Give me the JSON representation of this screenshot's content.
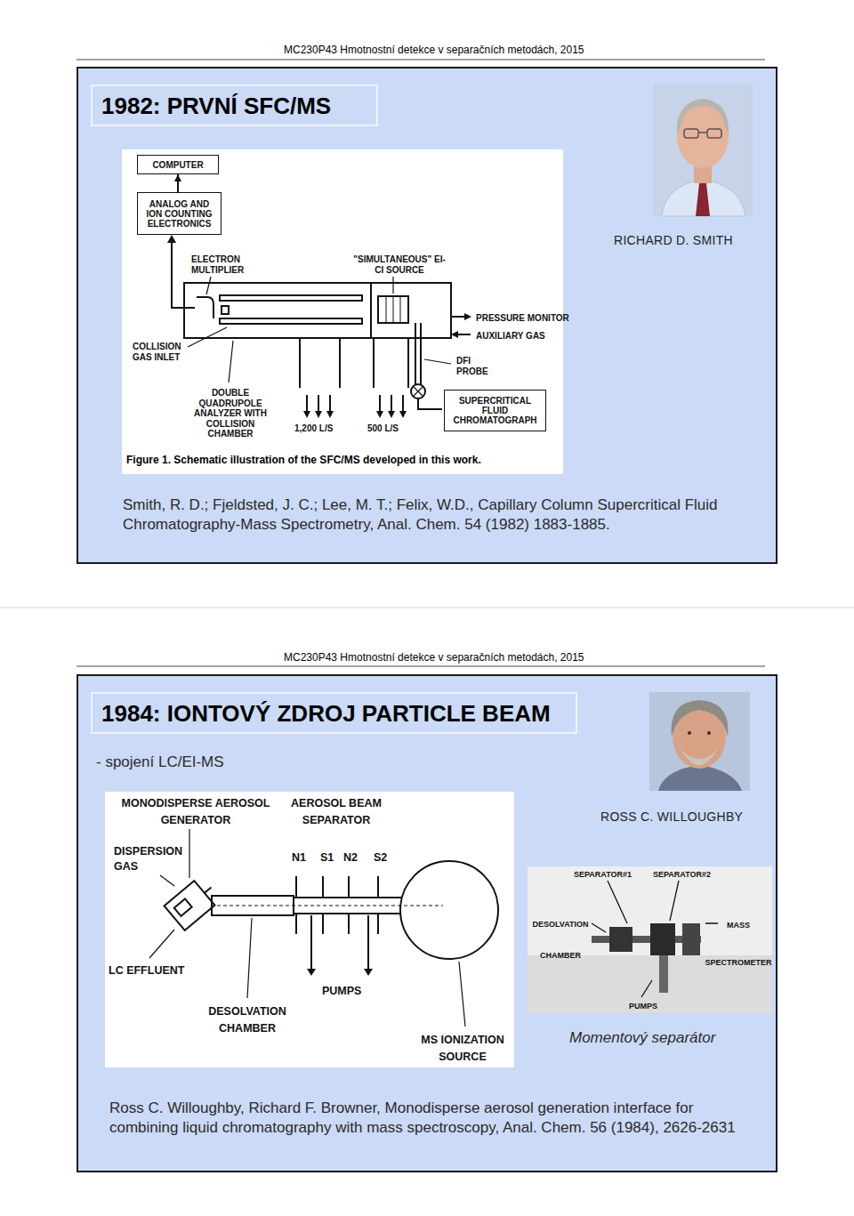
{
  "diagram": {
    "nodes": [
      {
        "text": [
          "Smith, R. D.; Fjeldsted, J. C.; Lee, M. T.; Felix, W.D., Capillary Column Supercritical Fluid Chromatography-Mass Spectrometry, Anal. Chem. 54 (1982) 1883-1885."
        ]
      },
      {
        "text": [
          "1982: PRVNÍ SFC/MS"
        ],
        "in": 0
      },
      {
        "text": [
          "ELECTRON MULTIPLIER",
          "\"SIMULTANEOUS\" EI-CI SOURCE",
          "PRESSURE MONITOR",
          "AUXILIARY GAS",
          "DFI PROBE",
          "COLLISION GAS INLET",
          "DOUBLE QUADRUPOLE ANALYZER WITH COLLISION CHAMBER",
          "1,200 L/S",
          "500 L/S",
          "Figure 1. Schematic illustration of the SFC/MS developed in this work."
        ],
        "in": 0
      },
      {
        "text": [
          "COMPUTER"
        ],
        "in": 2
      },
      {
        "text": [
          "ANALOG AND ION COUNTING ELECTRONICS"
        ],
        "in": 2
      },
      {
        "text": [
          "SUPERCRITICAL FLUID CHROMATOGRAPH"
        ],
        "in": 2
      },
      {
        "text": [
          "Ross C. Willoughby, Richard F. Browner, Monodisperse aerosol generation interface for combining liquid chromatography with mass spectroscopy, Anal. Chem. 56 (1984), 2626-2631"
        ]
      },
      {
        "text": [
          "1984: IONTOVÝ ZDROJ PARTICLE BEAM"
        ],
        "in": 6
      },
      {
        "text": [
          "MONODISPERSE AEROSOL GENERATOR",
          "AEROSOL BEAM SEPARATOR",
          "DISPERSION GAS",
          "N1",
          "S1",
          "N2",
          "S2",
          "LC EFFLUENT",
          "PUMPS",
          "DESOLVATION CHAMBER",
          "MS IONIZATION SOURCE"
        ],
        "in": 6
      },
      {
        "text": [
          "SEPARATOR#1",
          "SEPARATOR#2",
          "DESOLVATION CHAMBER",
          "MASS SPECTROMETER",
          "PUMPS"
        ],
        "in": 6
      }
    ],
    "edges": [
      {
        "from": 4,
        "to": 3,
        "arrow": "to"
      }
    ],
    "labels": [
      "MC230P43 Hmotnostní detekce v separačních metodách, 2015",
      "RICHARD D. SMITH",
      "MC230P43 Hmotnostní detekce v separačních metodách, 2015",
      "- spojení LC/EI-MS",
      "ROSS C. WILLOUGHBY",
      "Momentový separátor"
    ]
  }
}
